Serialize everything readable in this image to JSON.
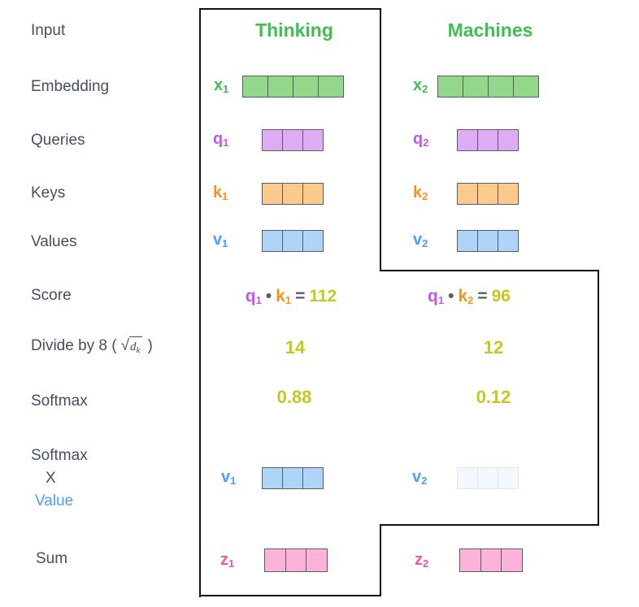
{
  "colors": {
    "outline": "#111111",
    "row_label": "#454e63",
    "header_green": "#3fbf4f",
    "x_label_green": "#3fbf4f",
    "x_fill_green": "#92d78a",
    "q_label_purple": "#c157e5",
    "q_fill_purple": "#dfabf4",
    "k_label_orange": "#f6921e",
    "k_fill_orange": "#fccb8b",
    "v_label_blue": "#4b9ff9",
    "v_fill_blue": "#aed5f8",
    "v_fill_faded": "#f2f8fd",
    "z_label_pink": "#f4539f",
    "z_fill_pink": "#fbb3dc",
    "result_yellow": "#c5c91f",
    "operator_gray": "#565d68"
  },
  "headers": {
    "col1": "Thinking",
    "col2": "Machines"
  },
  "row_labels": {
    "input": "Input",
    "embedding": "Embedding",
    "queries": "Queries",
    "keys": "Keys",
    "values": "Values",
    "score": "Score",
    "divide_prefix": "Divide by 8 (",
    "divide_sqrt": "√",
    "divide_var": "d",
    "divide_sub": "k",
    "divide_suffix": ")",
    "softmax": "Softmax",
    "softmax_stack_line1": "Softmax",
    "softmax_stack_line2": "X",
    "softmax_stack_line3": "Value",
    "sum": "Sum"
  },
  "vectors": {
    "x1": {
      "base": "x",
      "sub": "1",
      "cells": 4
    },
    "x2": {
      "base": "x",
      "sub": "2",
      "cells": 4
    },
    "q1": {
      "base": "q",
      "sub": "1",
      "cells": 3
    },
    "q2": {
      "base": "q",
      "sub": "2",
      "cells": 3
    },
    "k1": {
      "base": "k",
      "sub": "1",
      "cells": 3
    },
    "k2": {
      "base": "k",
      "sub": "2",
      "cells": 3
    },
    "v1": {
      "base": "v",
      "sub": "1",
      "cells": 3
    },
    "v2": {
      "base": "v",
      "sub": "2",
      "cells": 3
    },
    "z1": {
      "base": "z",
      "sub": "1",
      "cells": 3
    },
    "z2": {
      "base": "z",
      "sub": "2",
      "cells": 3
    }
  },
  "score": {
    "col1": {
      "q": "q",
      "q_sub": "1",
      "dot": "•",
      "k": "k",
      "k_sub": "1",
      "eq": "=",
      "val": "112"
    },
    "col2": {
      "q": "q",
      "q_sub": "1",
      "dot": "•",
      "k": "k",
      "k_sub": "2",
      "eq": "=",
      "val": "96"
    }
  },
  "divide_values": {
    "col1": "14",
    "col2": "12"
  },
  "softmax_values": {
    "col1": "0.88",
    "col2": "0.12"
  }
}
